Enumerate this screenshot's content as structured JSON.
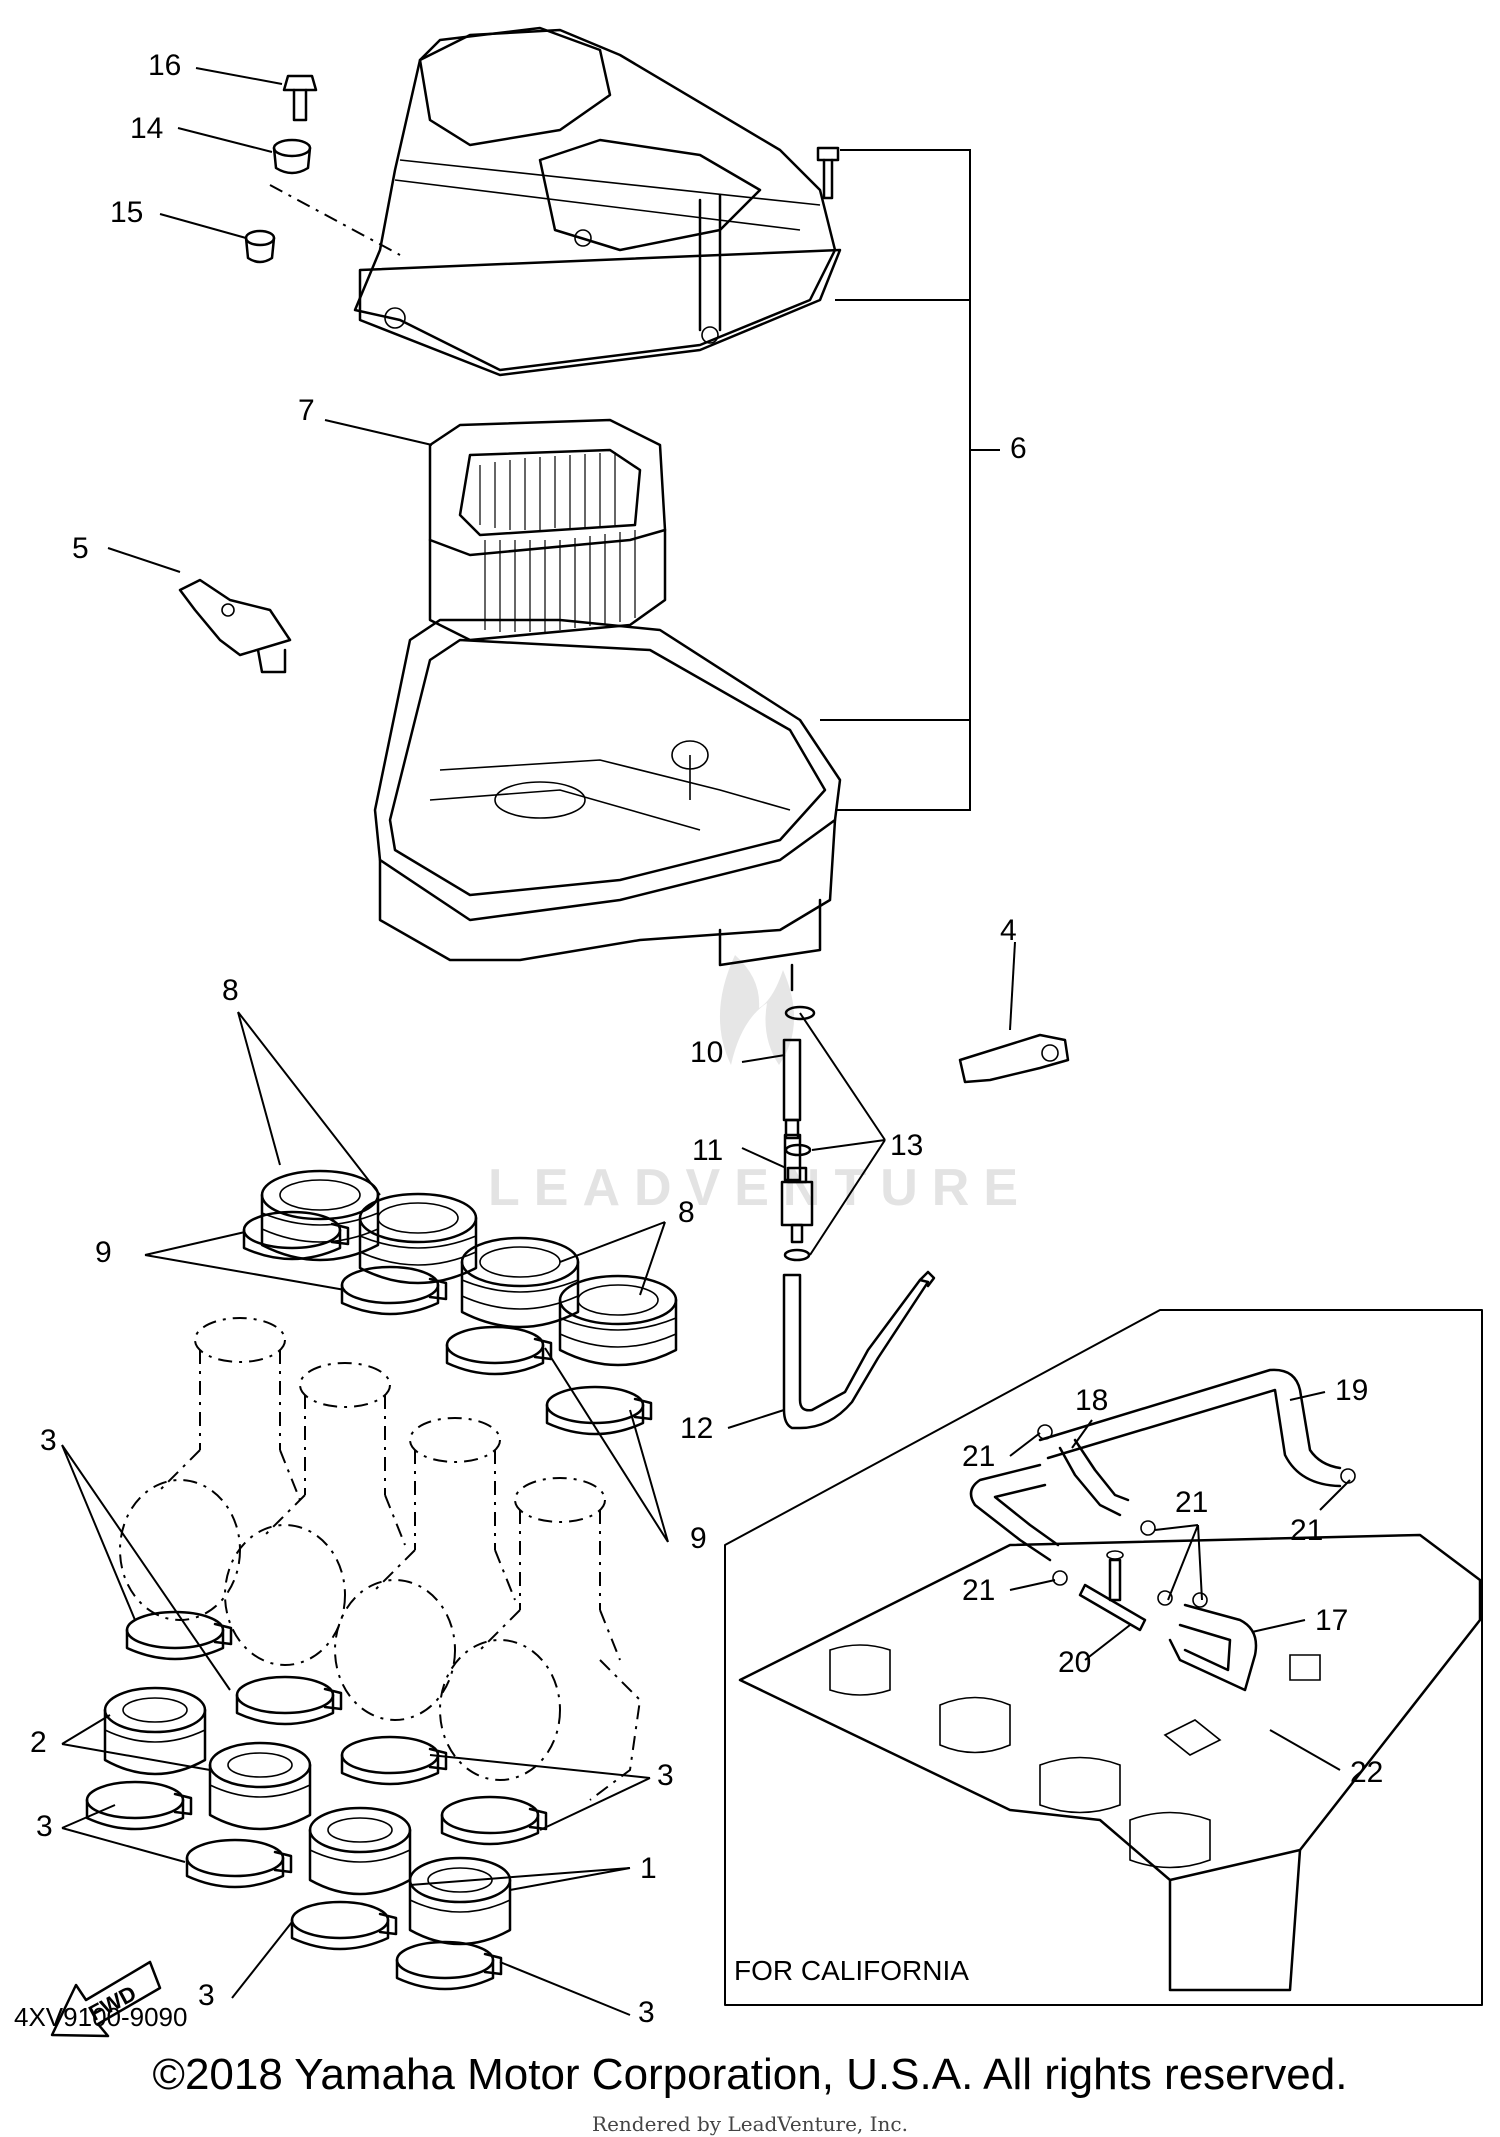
{
  "diagram": {
    "part_labels": [
      "1",
      "2",
      "3",
      "4",
      "5",
      "6",
      "7",
      "8",
      "9",
      "10",
      "11",
      "12",
      "13",
      "14",
      "15",
      "16",
      "17",
      "18",
      "19",
      "20",
      "21",
      "22"
    ],
    "inset_caption": "FOR CALIFORNIA",
    "drawing_code": "4XV9100-9090",
    "fwd_arrow": "FWD",
    "watermark": "LEADVENTURE"
  },
  "footer": {
    "copyright": "©2018 Yamaha Motor Corporation, U.S.A. All rights reserved.",
    "rendered_by": "Rendered by LeadVenture, Inc."
  }
}
